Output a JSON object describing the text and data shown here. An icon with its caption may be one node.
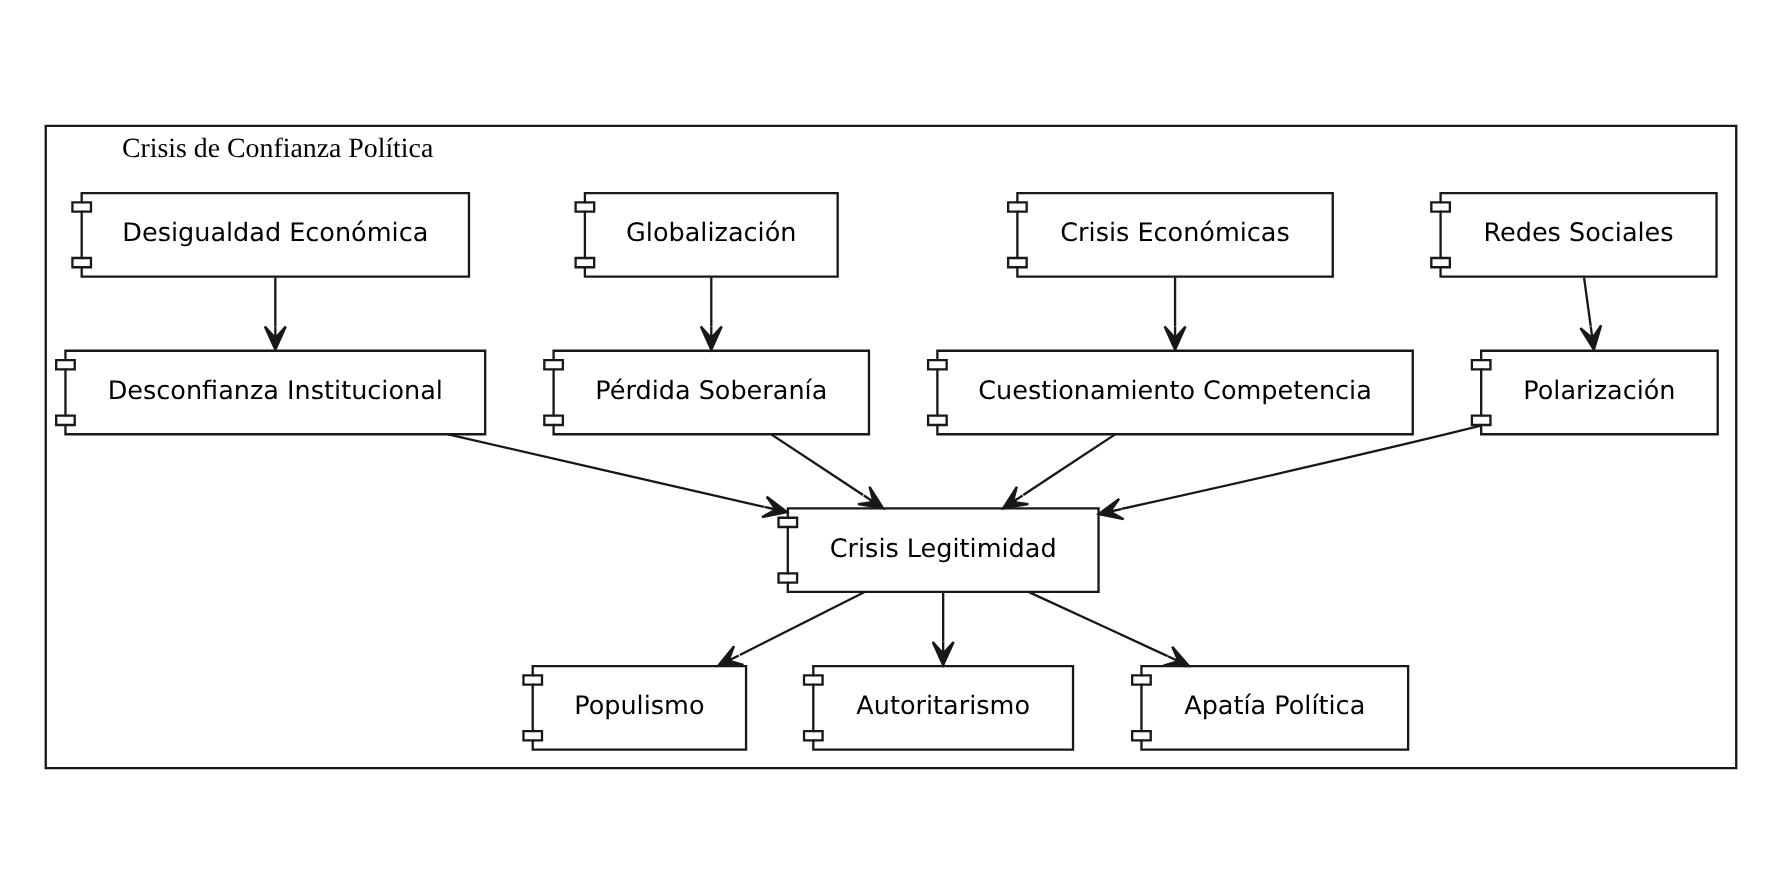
{
  "diagram": {
    "nodes": [
      {
        "text": [
          "Crisis de Confianza Política"
        ]
      },
      {
        "text": [
          "Redes Sociales"
        ],
        "in": 0
      },
      {
        "text": [
          "Crisis Económicas"
        ],
        "in": 0
      },
      {
        "text": [
          "Globalización"
        ],
        "in": 0
      },
      {
        "text": [
          "Desigualdad Económica"
        ],
        "in": 0
      },
      {
        "text": [
          "Polarización"
        ],
        "in": 0
      },
      {
        "text": [
          "Cuestionamiento Competencia"
        ],
        "in": 0
      },
      {
        "text": [
          "Pérdida Soberanía"
        ],
        "in": 0
      },
      {
        "text": [
          "Desconfianza Institucional"
        ],
        "in": 0
      },
      {
        "text": [
          "Crisis Legitimidad"
        ],
        "in": 0
      },
      {
        "text": [
          "Populismo"
        ],
        "in": 0
      },
      {
        "text": [
          "Autoritarismo"
        ],
        "in": 0
      },
      {
        "text": [
          "Apatía Política"
        ],
        "in": 0
      }
    ],
    "edges": [
      {
        "from": 1,
        "to": 5,
        "arrow": "to"
      },
      {
        "from": 2,
        "to": 6,
        "arrow": "to"
      },
      {
        "from": 3,
        "to": 7,
        "arrow": "to"
      },
      {
        "from": 4,
        "to": 8,
        "arrow": "to"
      },
      {
        "from": 5,
        "to": 9,
        "arrow": "to"
      },
      {
        "from": 6,
        "to": 9,
        "arrow": "to"
      },
      {
        "from": 7,
        "to": 9,
        "arrow": "to"
      },
      {
        "from": 8,
        "to": 9,
        "arrow": "to"
      },
      {
        "from": 9,
        "to": 10,
        "arrow": "to"
      },
      {
        "from": 9,
        "to": 11,
        "arrow": "to"
      },
      {
        "from": 9,
        "to": 12,
        "arrow": "to"
      }
    ]
  }
}
